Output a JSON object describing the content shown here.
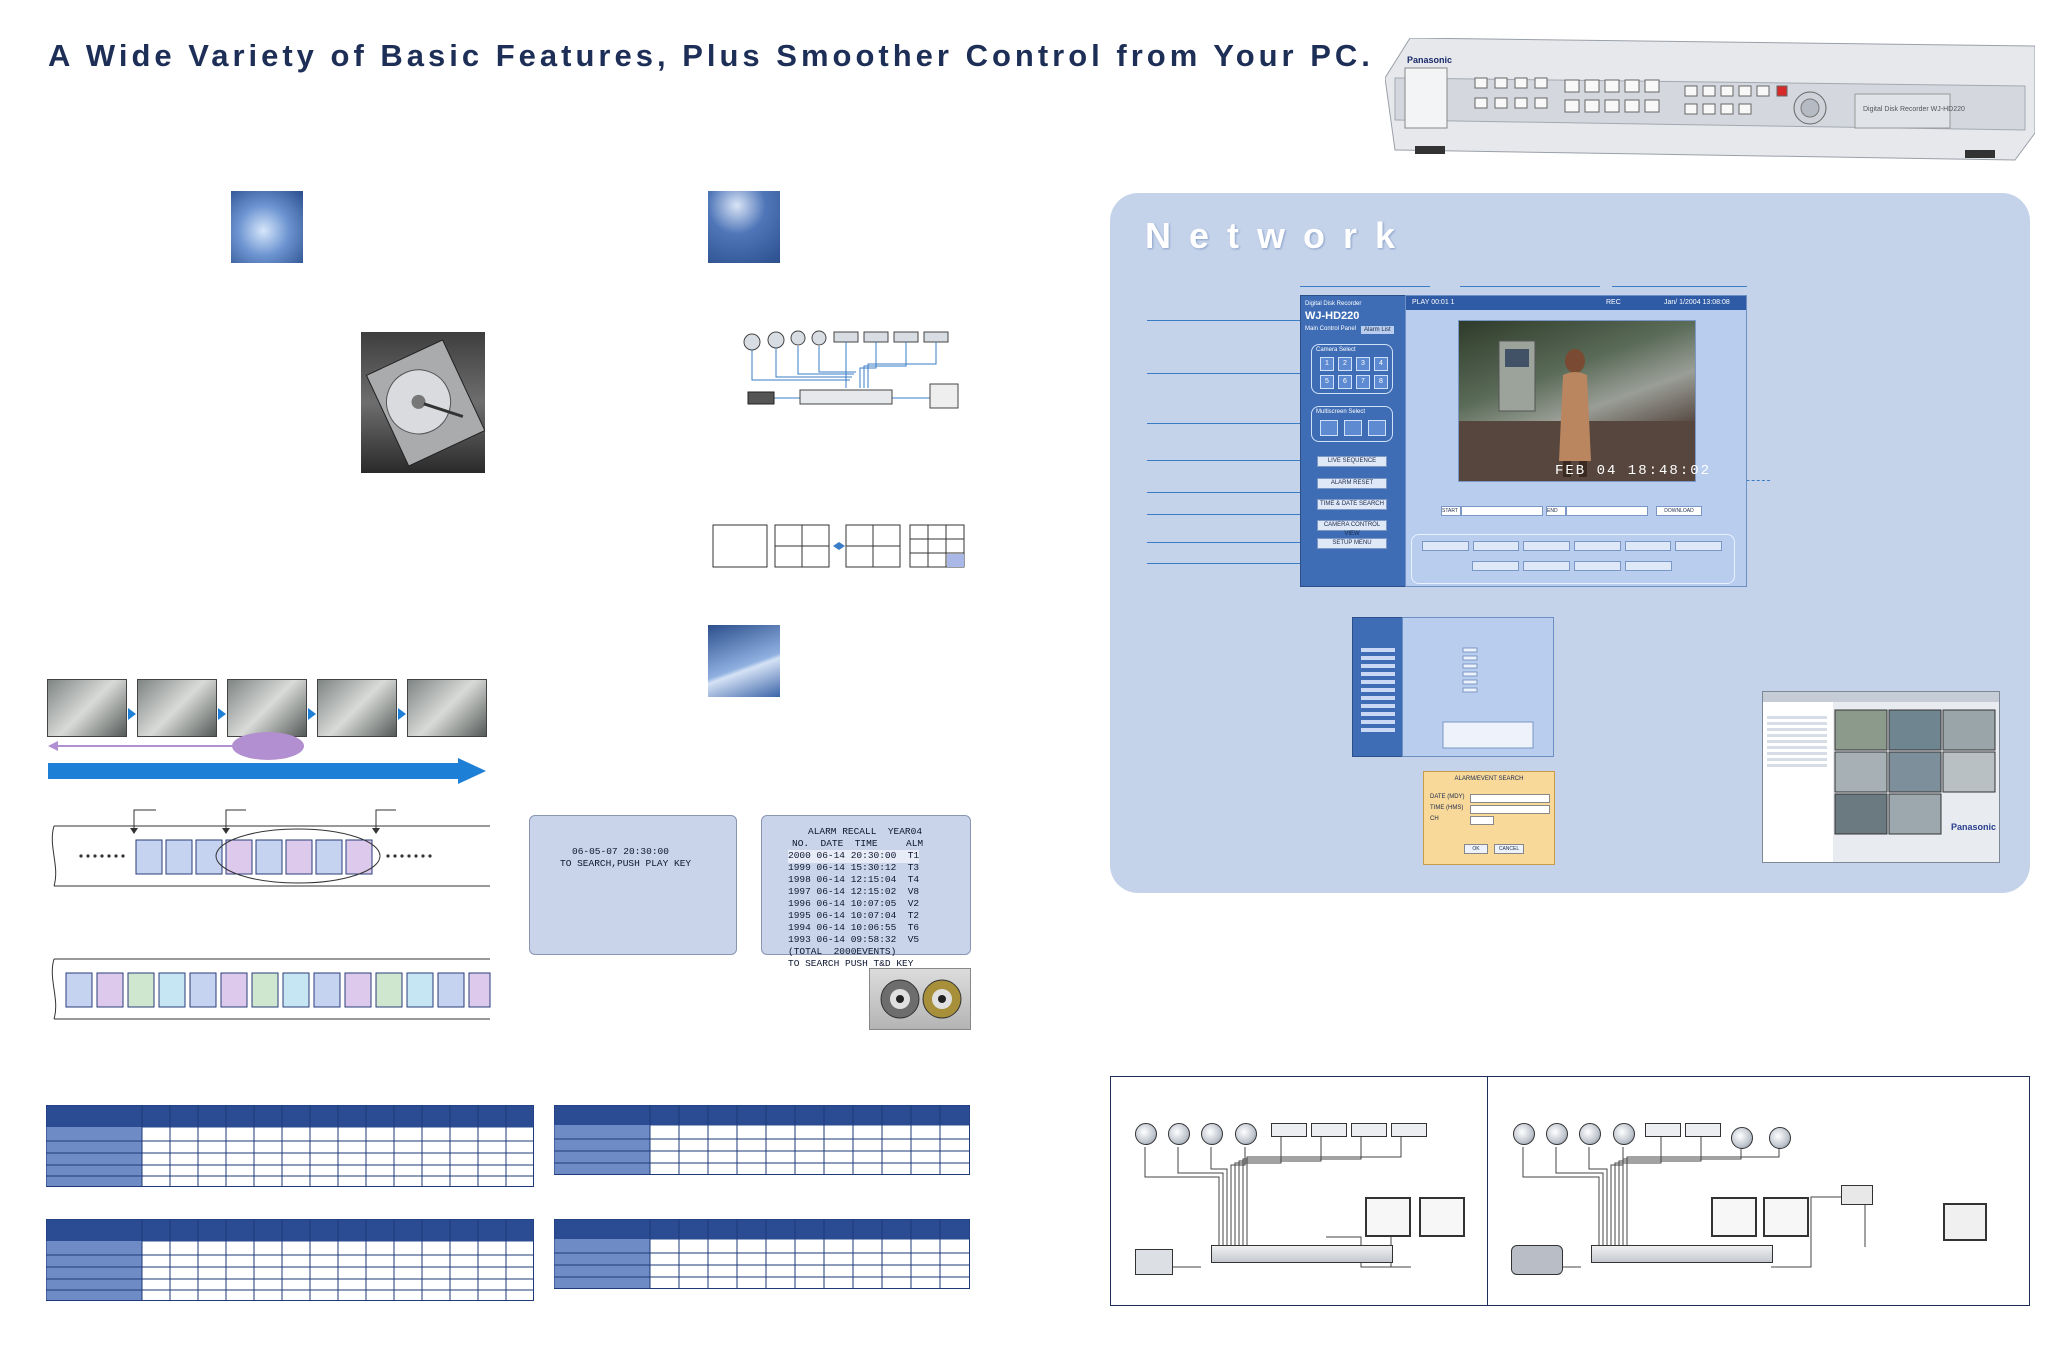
{
  "header": {
    "headline": "A Wide Variety of Basic Features, Plus Smoother Control from Your PC."
  },
  "device": {
    "brand": "Panasonic",
    "model_label": "Digital Disk Recorder WJ-HD220"
  },
  "network": {
    "title": "Network",
    "ui": {
      "brand": "Digital Disk Recorder",
      "model": "WJ-HD220",
      "tabs": [
        "Main Control Panel",
        "Alarm List"
      ],
      "sections": [
        "Camera Select",
        "Multiscreen Select"
      ],
      "camera_numbers": [
        "1",
        "2",
        "3",
        "4",
        "5",
        "6",
        "7",
        "8"
      ],
      "buttons": [
        "LIVE SEQUENCE",
        "ALARM RESET",
        "TIME & DATE SEARCH",
        "CAMERA CONTROL VIEW",
        "SETUP MENU"
      ],
      "status_play": "PLAY 00:01 1",
      "status_rec": "REC",
      "status_date": "Jan/ 1/2004 13:08:08",
      "timestamp": "FEB 04 18:48:02",
      "range_labels": [
        "START",
        "END",
        "DOWNLOAD"
      ],
      "alarm_search_title": "ALARM/EVENT SEARCH",
      "alarm_search_fields": [
        "DATE (MDY)",
        "TIME (HMS)",
        "CH"
      ],
      "alarm_search_buttons": [
        "OK",
        "CANCEL"
      ],
      "viewer_brand": "Panasonic"
    }
  },
  "osd_search": {
    "lines": [
      "06-05-07 20:30:00",
      "TO SEARCH,PUSH PLAY KEY"
    ]
  },
  "osd_alarm": {
    "lines": [
      "ALARM RECALL  YEAR04",
      "NO.  DATE  TIME     ALM",
      "2000 06-14 20:30:00  T1",
      "1999 06-14 15:30:12  T3",
      "1998 06-14 12:15:04  T4",
      "1997 06-14 12:15:02  V8",
      "1996 06-14 10:07:05  V2",
      "1995 06-14 10:07:04  T2",
      "1994 06-14 10:06:55  T6",
      "1993 06-14 09:58:32  V5",
      "(TOTAL  2000EVENTS)",
      "TO SEARCH PUSH T&D KEY"
    ]
  },
  "colors": {
    "headline": "#1e2f57",
    "panel": "#c5d3ea",
    "accent": "#3a7cc6",
    "segment_blue": "#c5d3f0",
    "segment_violet": "#ddc9ec",
    "segment_green": "#cfe7cf",
    "segment_cyan": "#c7e6f3"
  }
}
